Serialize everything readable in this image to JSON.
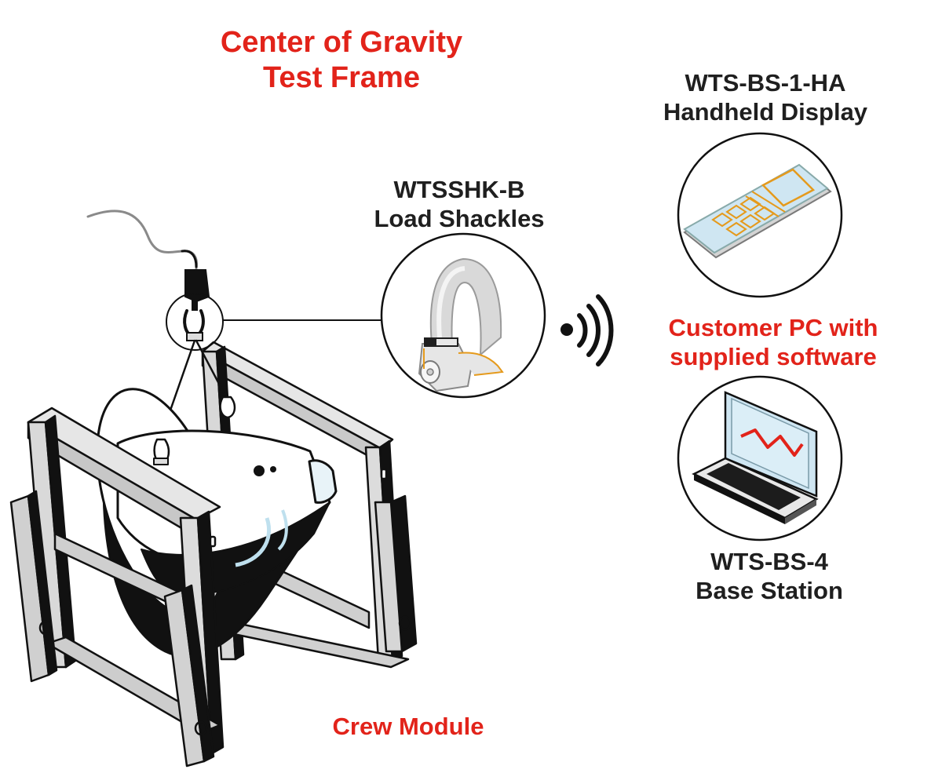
{
  "title": {
    "line1": "Center of Gravity",
    "line2": "Test Frame"
  },
  "shackles": {
    "line1": "WTSSHK-B",
    "line2": "Load Shackles"
  },
  "handheld": {
    "line1": "WTS-BS-1-HA",
    "line2": "Handheld Display"
  },
  "customer_pc": {
    "line1": "Customer PC with",
    "line2": "supplied software"
  },
  "base_station": {
    "line1": "WTS-BS-4",
    "line2": "Base Station"
  },
  "crew_module": {
    "label": "Crew Module"
  },
  "colors": {
    "accent_red": "#e2231a",
    "text_dark": "#1f1f1f",
    "screen_blue": "#cfe6f2",
    "key_orange": "#e59a1c"
  }
}
